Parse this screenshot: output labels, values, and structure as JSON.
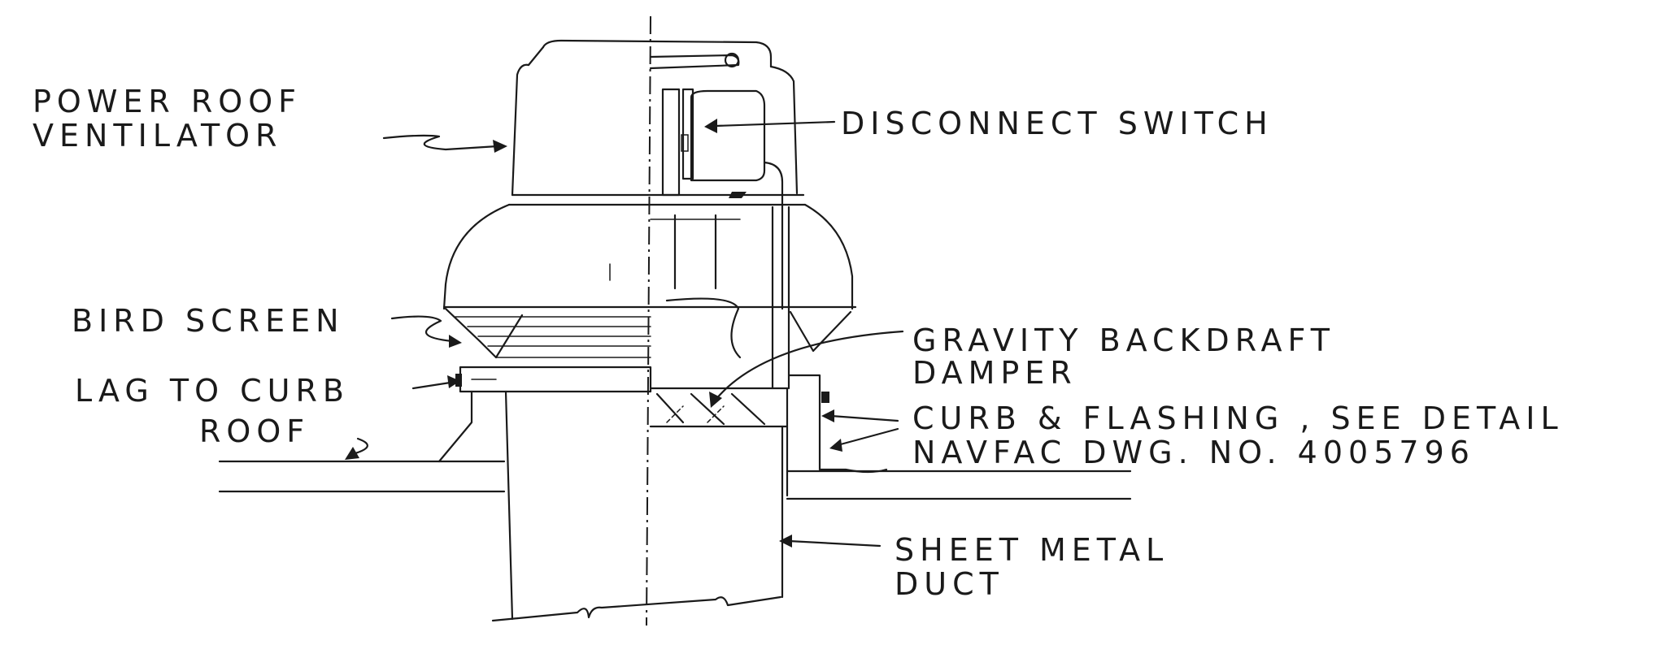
{
  "labels": {
    "power_roof_ventilator": [
      "POWER ROOF",
      "VENTILATOR"
    ],
    "disconnect_switch": "DISCONNECT SWITCH",
    "bird_screen": "BIRD SCREEN",
    "lag_to_curb": "LAG TO CURB",
    "roof": "ROOF",
    "gravity_backdraft_damper": [
      "GRAVITY BACKDRAFT",
      "DAMPER"
    ],
    "curb_flashing": [
      "CURB & FLASHING , SEE DETAIL",
      "NAVFAC DWG. NO. 4005796"
    ],
    "sheet_metal_duct": [
      "SHEET METAL",
      "DUCT"
    ]
  },
  "colors": {
    "ink": "#1a1a1a",
    "paper": "#ffffff"
  }
}
